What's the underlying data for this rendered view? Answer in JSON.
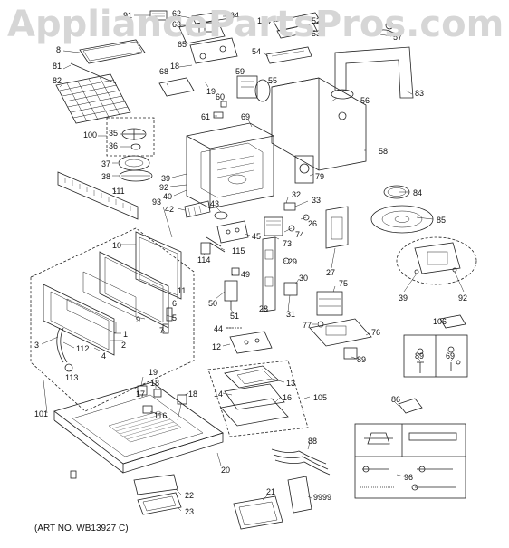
{
  "watermark": "AppliancePartsPros.com",
  "art_number": "(ART NO. WB13927 C)",
  "callouts": [
    {
      "id": "c91",
      "label": "91"
    },
    {
      "id": "c62",
      "label": "62"
    },
    {
      "id": "c63",
      "label": "63"
    },
    {
      "id": "c64",
      "label": "64"
    },
    {
      "id": "c65",
      "label": "65"
    },
    {
      "id": "c104",
      "label": "104"
    },
    {
      "id": "c52",
      "label": "52"
    },
    {
      "id": "c53",
      "label": "53"
    },
    {
      "id": "c57",
      "label": "57"
    },
    {
      "id": "c8",
      "label": "8"
    },
    {
      "id": "c81",
      "label": "81"
    },
    {
      "id": "c82",
      "label": "82"
    },
    {
      "id": "c18a",
      "label": "18"
    },
    {
      "id": "c54",
      "label": "54"
    },
    {
      "id": "c83",
      "label": "83"
    },
    {
      "id": "c68",
      "label": "68"
    },
    {
      "id": "c19a",
      "label": "19"
    },
    {
      "id": "c59",
      "label": "59"
    },
    {
      "id": "c55",
      "label": "55"
    },
    {
      "id": "c56",
      "label": "56"
    },
    {
      "id": "c60",
      "label": "60"
    },
    {
      "id": "c61",
      "label": "61"
    },
    {
      "id": "c69a",
      "label": "69"
    },
    {
      "id": "c100",
      "label": "100"
    },
    {
      "id": "c35",
      "label": "35"
    },
    {
      "id": "c36",
      "label": "36"
    },
    {
      "id": "c58",
      "label": "58"
    },
    {
      "id": "c37",
      "label": "37"
    },
    {
      "id": "c38",
      "label": "38"
    },
    {
      "id": "c39a",
      "label": "39"
    },
    {
      "id": "c92a",
      "label": "92"
    },
    {
      "id": "c79",
      "label": "79"
    },
    {
      "id": "c40",
      "label": "40"
    },
    {
      "id": "c111",
      "label": "111"
    },
    {
      "id": "c32",
      "label": "32"
    },
    {
      "id": "c33",
      "label": "33"
    },
    {
      "id": "c84",
      "label": "84"
    },
    {
      "id": "c93",
      "label": "93"
    },
    {
      "id": "c42",
      "label": "42"
    },
    {
      "id": "c43",
      "label": "43"
    },
    {
      "id": "c26",
      "label": "26"
    },
    {
      "id": "c85",
      "label": "85"
    },
    {
      "id": "c74",
      "label": "74"
    },
    {
      "id": "c10",
      "label": "10"
    },
    {
      "id": "c45",
      "label": "45"
    },
    {
      "id": "c73",
      "label": "73"
    },
    {
      "id": "c115",
      "label": "115"
    },
    {
      "id": "c114",
      "label": "114"
    },
    {
      "id": "c29",
      "label": "29"
    },
    {
      "id": "c27",
      "label": "27"
    },
    {
      "id": "c49",
      "label": "49"
    },
    {
      "id": "c30",
      "label": "30"
    },
    {
      "id": "c11",
      "label": "11"
    },
    {
      "id": "c50",
      "label": "50"
    },
    {
      "id": "c39b",
      "label": "39"
    },
    {
      "id": "c92b",
      "label": "92"
    },
    {
      "id": "c75",
      "label": "75"
    },
    {
      "id": "c6",
      "label": "6"
    },
    {
      "id": "c5",
      "label": "5"
    },
    {
      "id": "c28",
      "label": "28"
    },
    {
      "id": "c31",
      "label": "31"
    },
    {
      "id": "c9",
      "label": "9"
    },
    {
      "id": "c7",
      "label": "7"
    },
    {
      "id": "c51",
      "label": "51"
    },
    {
      "id": "c106",
      "label": "106"
    },
    {
      "id": "c44",
      "label": "44"
    },
    {
      "id": "c77",
      "label": "77"
    },
    {
      "id": "c76",
      "label": "76"
    },
    {
      "id": "c1",
      "label": "1"
    },
    {
      "id": "c2",
      "label": "2"
    },
    {
      "id": "c3",
      "label": "3"
    },
    {
      "id": "c112",
      "label": "112"
    },
    {
      "id": "c4",
      "label": "4"
    },
    {
      "id": "c12",
      "label": "12"
    },
    {
      "id": "c89a",
      "label": "89"
    },
    {
      "id": "c89b",
      "label": "89"
    },
    {
      "id": "c69b",
      "label": "69"
    },
    {
      "id": "c113",
      "label": "113"
    },
    {
      "id": "c13",
      "label": "13"
    },
    {
      "id": "c14",
      "label": "14"
    },
    {
      "id": "c16",
      "label": "16"
    },
    {
      "id": "c105",
      "label": "105"
    },
    {
      "id": "c101",
      "label": "101"
    },
    {
      "id": "c17",
      "label": "17"
    },
    {
      "id": "c19b",
      "label": "19"
    },
    {
      "id": "c18b",
      "label": "18"
    },
    {
      "id": "c116",
      "label": "116"
    },
    {
      "id": "c18c",
      "label": "18"
    },
    {
      "id": "c86",
      "label": "86"
    },
    {
      "id": "c88",
      "label": "88"
    },
    {
      "id": "c20",
      "label": "20"
    },
    {
      "id": "c96",
      "label": "96"
    },
    {
      "id": "c22",
      "label": "22"
    },
    {
      "id": "c21",
      "label": "21"
    },
    {
      "id": "c9999",
      "label": "9999"
    },
    {
      "id": "c23",
      "label": "23"
    }
  ]
}
